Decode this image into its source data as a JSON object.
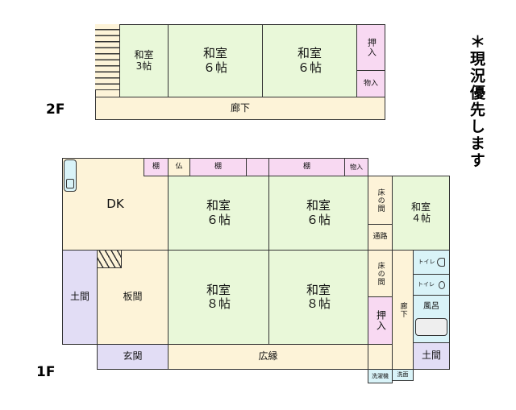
{
  "floors": {
    "f2": "2F",
    "f1": "1F"
  },
  "note": "＊現況優先します",
  "f2": {
    "washitsu3": "和室\n3帖",
    "washitsu6a": "和室\n６帖",
    "washitsu6b": "和室\n６帖",
    "oshiire": "押入",
    "monoire": "物入",
    "rouka": "廊下"
  },
  "f1": {
    "tana1": "棚",
    "butsu": "仏",
    "tana2": "棚",
    "tana3": "棚",
    "monoire": "物入",
    "dk": "DK",
    "washitsu6a": "和室\n６帖",
    "washitsu6b": "和室\n６帖",
    "tokonoma1": "床の間",
    "tsuuro": "通路",
    "washitsu4": "和室\n４帖",
    "doma1": "土間",
    "itama": "板間",
    "washitsu8a": "和室\n８帖",
    "washitsu8b": "和室\n８帖",
    "tokonoma2": "床の間",
    "oshiire": "押入",
    "rouka": "廊下",
    "toilet1": "トイレ",
    "toilet2": "トイレ",
    "furo": "風呂",
    "doma2": "土間",
    "genkan": "玄関",
    "hiroen": "広縁",
    "sentakuki": "洗濯機",
    "senmen": "洗面"
  }
}
